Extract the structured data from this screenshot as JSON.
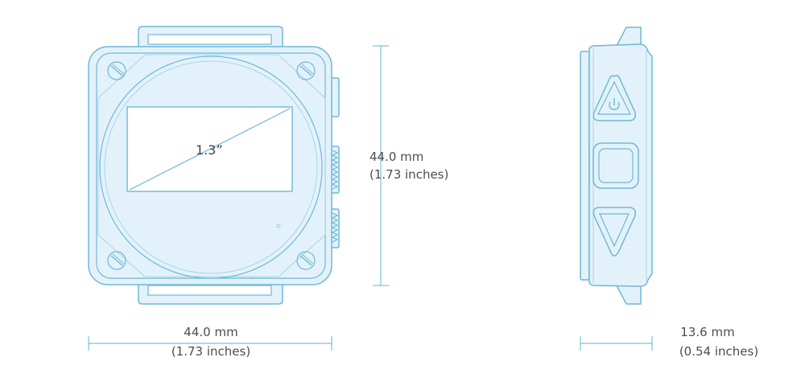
{
  "colors": {
    "outline": "#6fb7d8",
    "fill": "#e3f2fa",
    "dim_line": "#7fbfdc",
    "text": "#4d4d4d"
  },
  "front_view": {
    "screen_label": "1.3”"
  },
  "dimensions": {
    "width_mm": "44.0 mm",
    "width_in": "(1.73 inches)",
    "height_mm": "44.0 mm",
    "height_in": "(1.73 inches)",
    "depth_mm": "13.6 mm",
    "depth_in": "(0.54 inches)"
  },
  "side_view": {
    "buttons": [
      {
        "name": "power-button",
        "icon": "power-icon"
      },
      {
        "name": "square-button",
        "icon": "square-icon"
      },
      {
        "name": "down-button",
        "icon": "triangle-down-icon"
      }
    ]
  }
}
